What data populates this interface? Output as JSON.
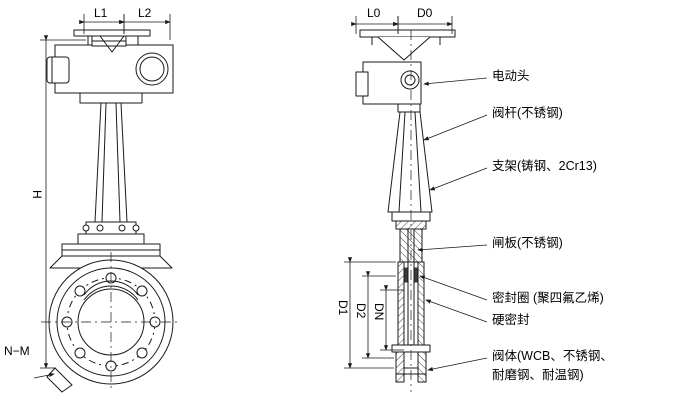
{
  "drawing": {
    "title": "Knife gate valve with electric actuator — front and side views",
    "line_color": "#1a1a1a",
    "hatch_color": "#1a1a1a",
    "background": "#ffffff"
  },
  "dimensions": {
    "left_view": [
      {
        "id": "L1",
        "label": "L1",
        "orientation": "horizontal"
      },
      {
        "id": "L2",
        "label": "L2",
        "orientation": "horizontal"
      },
      {
        "id": "H",
        "label": "H",
        "orientation": "vertical"
      },
      {
        "id": "NM",
        "label": "N−M",
        "orientation": "leader"
      }
    ],
    "right_view": [
      {
        "id": "L0",
        "label": "L0",
        "orientation": "horizontal"
      },
      {
        "id": "D0",
        "label": "D0",
        "orientation": "horizontal"
      },
      {
        "id": "D1",
        "label": "D1",
        "orientation": "vertical"
      },
      {
        "id": "D2",
        "label": "D2",
        "orientation": "vertical"
      },
      {
        "id": "DN",
        "label": "DN",
        "orientation": "vertical"
      }
    ]
  },
  "callouts": [
    {
      "id": "actuator",
      "label": "电动头"
    },
    {
      "id": "stem",
      "label": "阀杆(不锈钢)"
    },
    {
      "id": "bracket",
      "label": "支架(铸钢、2Cr13)"
    },
    {
      "id": "gate",
      "label": "闸板(不锈钢)"
    },
    {
      "id": "seal-ring",
      "label": "密封圈 (聚四氟乙烯)"
    },
    {
      "id": "hard-seal",
      "label": "硬密封"
    },
    {
      "id": "body-1",
      "label": "阀体(WCB、不锈钢、"
    },
    {
      "id": "body-2",
      "label": "耐磨钢、耐温钢)"
    }
  ]
}
